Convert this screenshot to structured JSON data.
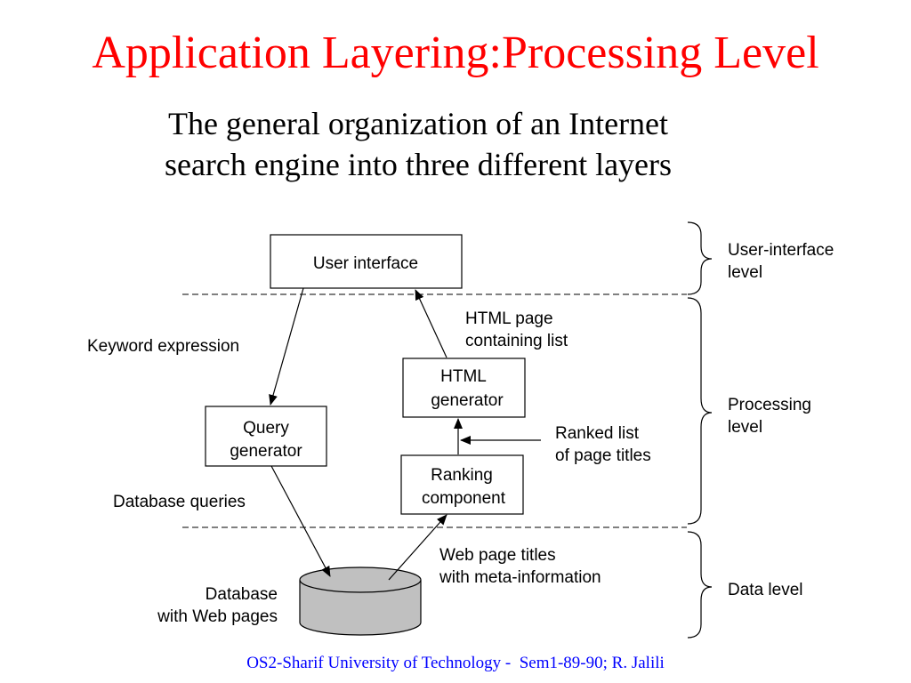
{
  "slide": {
    "title": "Application Layering:Processing Level",
    "subtitle_line1": "The general organization of an Internet",
    "subtitle_line2": "search engine into three different layers",
    "footer": "OS2-Sharif University of Technology -  Sem1-89-90; R. Jalili"
  },
  "colors": {
    "title": "#ff0000",
    "footer": "#0000ff",
    "database_fill": "#c0c0c0"
  },
  "diagram": {
    "boxes": {
      "user_interface": "User interface",
      "html_generator_line1": "HTML",
      "html_generator_line2": "generator",
      "query_generator_line1": "Query",
      "query_generator_line2": "generator",
      "ranking_line1": "Ranking",
      "ranking_line2": "component"
    },
    "database": {
      "line1": "Database",
      "line2": "with Web pages"
    },
    "labels": {
      "keyword_expression": "Keyword expression",
      "html_page_line1": "HTML page",
      "html_page_line2": "containing list",
      "ranked_list_line1": "Ranked list",
      "ranked_list_line2": "of page titles",
      "database_queries": "Database queries",
      "web_titles_line1": "Web page titles",
      "web_titles_line2": "with meta-information"
    },
    "levels": {
      "ui_line1": "User-interface",
      "ui_line2": "level",
      "processing_line1": "Processing",
      "processing_line2": "level",
      "data": "Data level"
    }
  }
}
